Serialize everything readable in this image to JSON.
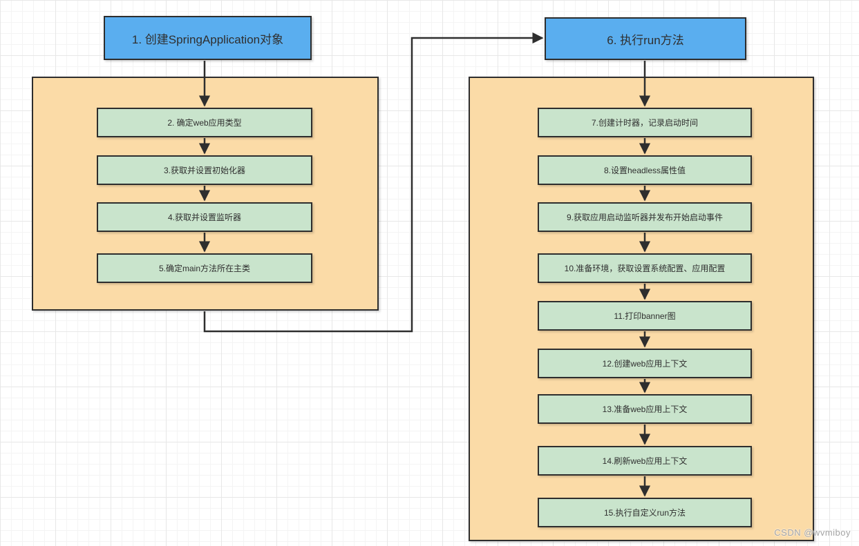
{
  "flowchart": {
    "left": {
      "header": "1. 创建SpringApplication对象",
      "steps": [
        "2. 确定web应用类型",
        "3.获取并设置初始化器",
        "4.获取并设置监听器",
        "5.确定main方法所在主类"
      ]
    },
    "right": {
      "header": "6. 执行run方法",
      "steps": [
        "7.创建计时器，记录启动时间",
        "8.设置headless属性值",
        "9.获取应用启动监听器并发布开始启动事件",
        "10.准备环境，获取设置系统配置、应用配置",
        "11.打印banner图",
        "12.创建web应用上下文",
        "13.准备web应用上下文",
        "14.刷新web应用上下文",
        "15.执行自定义run方法"
      ]
    },
    "watermark": "CSDN @wvmiboy",
    "colors": {
      "header_fill": "#5aaeef",
      "container_fill": "#fbdba7",
      "step_fill": "#c9e4cc",
      "border": "#2d2d2d",
      "arrow": "#2e2e2e",
      "grid_minor": "#f4f4f4",
      "grid_major": "#e7e7e7"
    }
  }
}
